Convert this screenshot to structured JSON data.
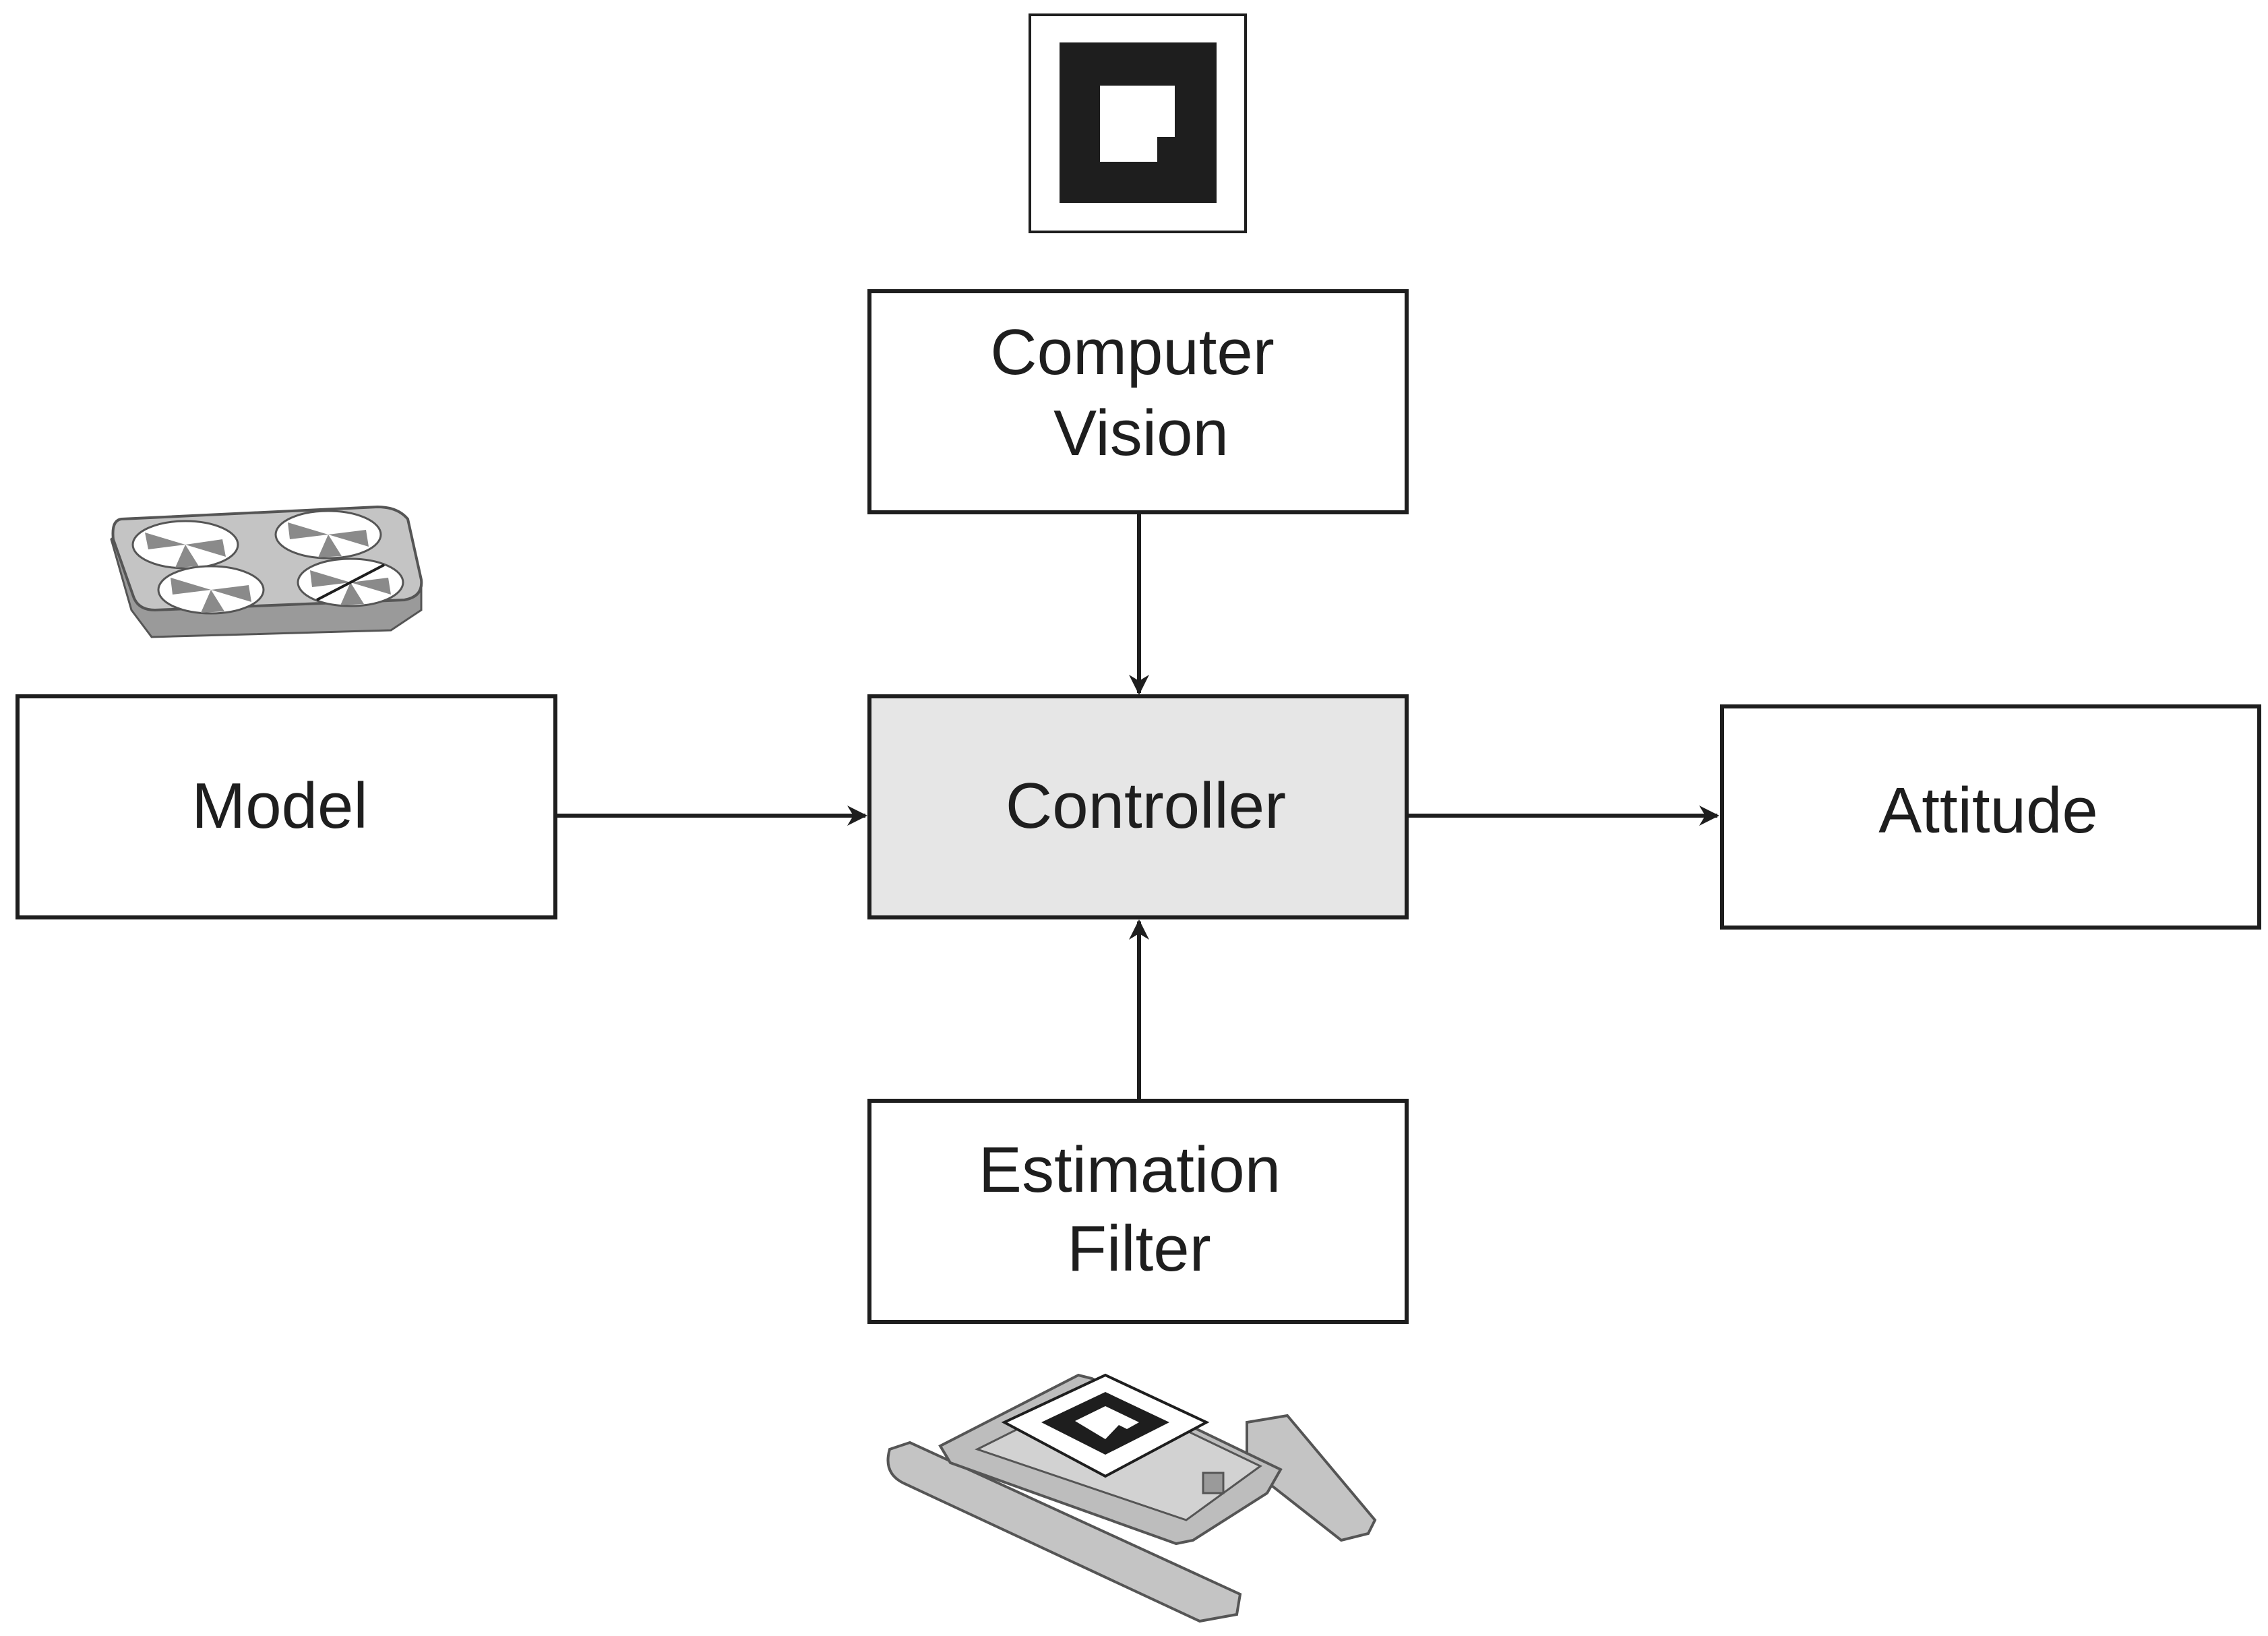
{
  "diagram": {
    "nodes": [
      {
        "id": "computer-vision",
        "lines": [
          "Computer",
          "Vision"
        ]
      },
      {
        "id": "model",
        "lines": [
          "Model"
        ]
      },
      {
        "id": "controller",
        "lines": [
          "Controller"
        ]
      },
      {
        "id": "attitude",
        "lines": [
          "Attitude"
        ]
      },
      {
        "id": "estimation-filter",
        "lines": [
          "Estimation",
          "Filter"
        ]
      }
    ],
    "edges": [
      {
        "from": "computer-vision",
        "to": "controller"
      },
      {
        "from": "model",
        "to": "controller"
      },
      {
        "from": "estimation-filter",
        "to": "controller"
      },
      {
        "from": "controller",
        "to": "attitude"
      }
    ],
    "icons": [
      "fiducial-marker-icon",
      "quadcopter-drone-icon",
      "catamaran-boat-icon"
    ]
  },
  "colors": {
    "box_border": "#1e1e1e",
    "box_fill": "#ffffff",
    "controller_fill": "#e6e6e6",
    "icon_gray": "#bdbdbd",
    "icon_dark": "#808080"
  }
}
